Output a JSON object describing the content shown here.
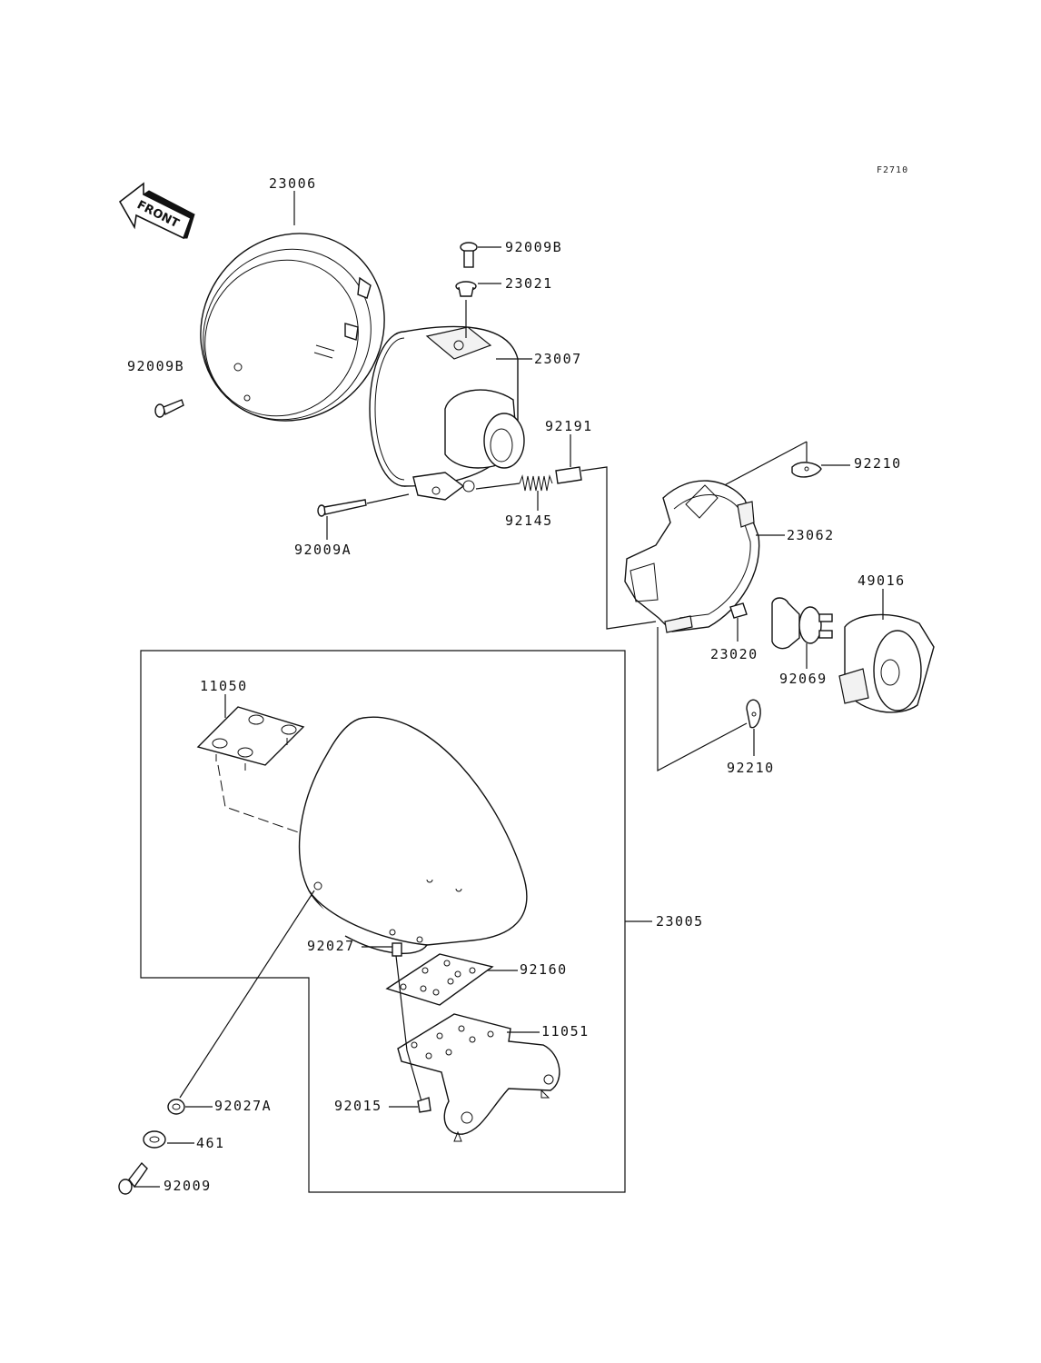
{
  "figure_code": "F2710",
  "front_label": "FRONT",
  "parts": {
    "rim": "23006",
    "screw_rim": "92009B",
    "screw_top": "92009B",
    "bush_top": "23021",
    "headlight_unit": "23007",
    "spring_pin": "92191",
    "spring": "92145",
    "adjust_screw": "92009A",
    "clip_upper": "92210",
    "bulb_holder": "23062",
    "socket_cap": "49016",
    "holder_clip": "23020",
    "bulb": "92069",
    "clip_lower": "92210",
    "plate_upper": "11050",
    "housing_assy": "23005",
    "collar": "92027",
    "plate_mid": "92160",
    "bracket": "11051",
    "nut": "92015",
    "collar_a": "92027A",
    "washer": "461",
    "bolt": "92009"
  }
}
